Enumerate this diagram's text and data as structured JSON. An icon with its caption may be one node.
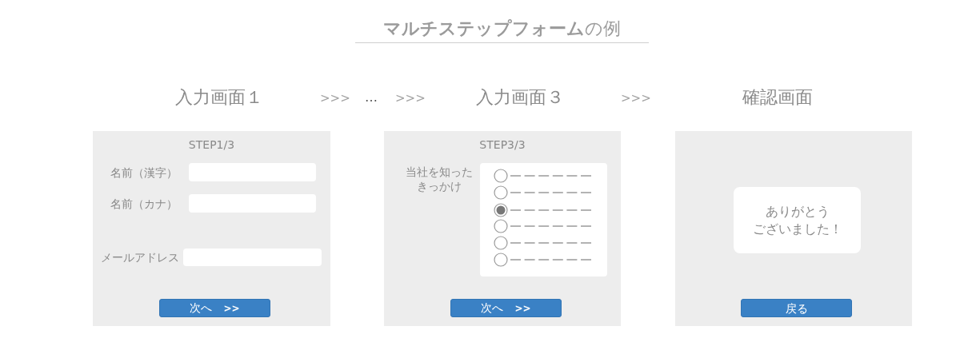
{
  "diagram": {
    "title": "**マルチステップフォーム**の例",
    "nodes": [
      {
        "text": [
          "入力画面１",
          "STEP1/3"
        ]
      },
      {
        "text": [],
        "shape": "box",
        "in": 0,
        "beside": [
          "名前（漢字）"
        ]
      },
      {
        "text": [],
        "shape": "box",
        "in": 0,
        "beside": [
          "名前（カナ）"
        ]
      },
      {
        "text": [],
        "shape": "box",
        "in": 0,
        "beside": [
          "メールアドレス"
        ]
      },
      {
        "text": [
          "次へ　**>>**"
        ],
        "in": 0
      },
      {
        "text": [
          "入力画面３",
          "STEP3/3"
        ]
      },
      {
        "text": [],
        "shape": "box",
        "in": 5,
        "beside": [
          "当社を知ったきっかけ"
        ]
      },
      {
        "text": [
          "次へ　**>>**"
        ],
        "in": 5
      },
      {
        "text": [
          "確認画面"
        ]
      },
      {
        "text": [
          "ありがとうございました！"
        ],
        "in": 8
      },
      {
        "text": [
          "戻る"
        ],
        "in": 8
      }
    ],
    "labels": [
      ">>>",
      "…",
      ">>>",
      ">>>"
    ]
  }
}
